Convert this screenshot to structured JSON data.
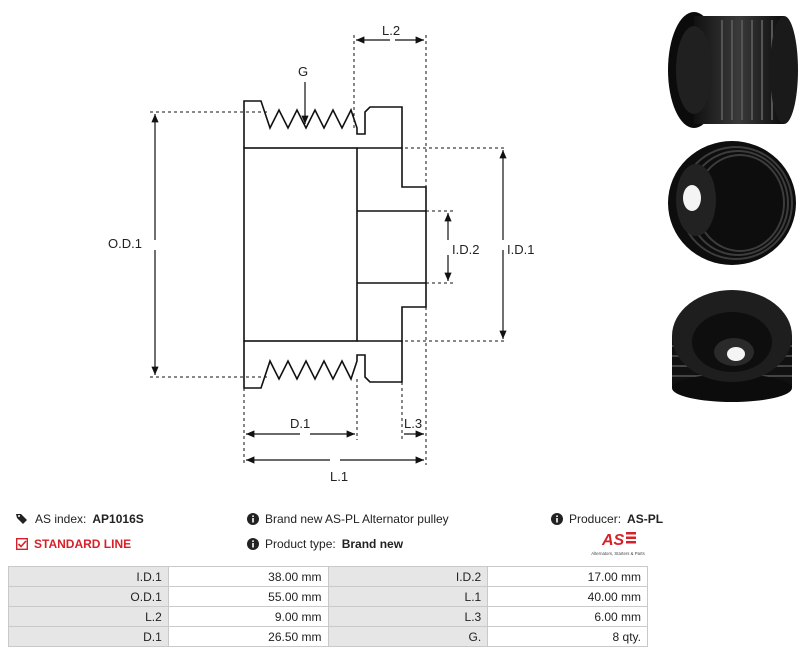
{
  "diagram": {
    "labels": {
      "od1": "O.D.1",
      "id1": "I.D.1",
      "id2": "I.D.2",
      "d1": "D.1",
      "l1": "L.1",
      "l2": "L.2",
      "l3": "L.3",
      "g": "G"
    }
  },
  "info": {
    "as_index_label": "AS index:",
    "as_index_value": "AP1016S",
    "description": "Brand new AS-PL Alternator pulley",
    "producer_label": "Producer:",
    "producer_value": "AS-PL",
    "line": "STANDARD LINE",
    "product_type_label": "Product type:",
    "product_type_value": "Brand new"
  },
  "logo": {
    "text": "AS",
    "tagline": "Alternators, Starters & Parts",
    "color": "#d6202a"
  },
  "specs": [
    [
      {
        "k": "I.D.1",
        "v": "38.00 mm"
      },
      {
        "k": "I.D.2",
        "v": "17.00 mm"
      }
    ],
    [
      {
        "k": "O.D.1",
        "v": "55.00 mm"
      },
      {
        "k": "L.1",
        "v": "40.00 mm"
      }
    ],
    [
      {
        "k": "L.2",
        "v": "9.00 mm"
      },
      {
        "k": "L.3",
        "v": "6.00 mm"
      }
    ],
    [
      {
        "k": "D.1",
        "v": "26.50 mm"
      },
      {
        "k": "G.",
        "v": "8 qty."
      }
    ]
  ],
  "icons": {
    "tags": "tags-icon",
    "info": "info-icon",
    "check": "checkbox-icon"
  }
}
